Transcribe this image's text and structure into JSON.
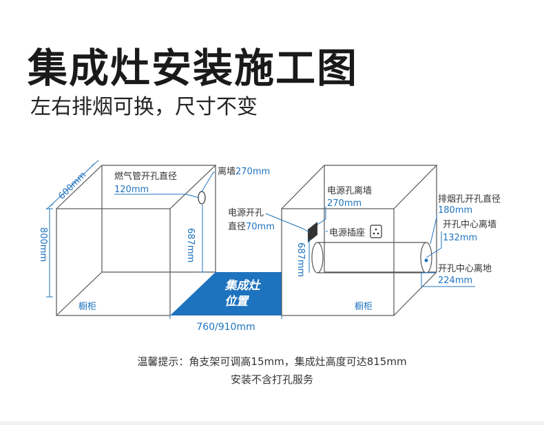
{
  "title": "集成灶安装施工图",
  "subtitle": "左右排烟可换，尺寸不变",
  "labels": {
    "depth_left": "600mm",
    "height_left": "800mm",
    "gas_hole_line1": "燃气管开孔直径",
    "gas_hole_line2": "120mm",
    "wall_distance_label": "离墙",
    "wall_distance_value": "270mm",
    "inner_height_left": "687mm",
    "cabinet_left": "橱柜",
    "stove_position_line1": "集成灶",
    "stove_position_line2": "位置",
    "width_dim": "760/910mm",
    "power_hole_line1": "电源开孔",
    "power_hole_line2_label": "直径",
    "power_hole_line2_value": "70mm",
    "socket": "电源插座",
    "power_hole_wall_line1": "电源孔离墙",
    "power_hole_wall_line2": "270mm",
    "exhaust_hole_line1": "排烟孔开孔直径",
    "exhaust_hole_line2": "180mm",
    "hole_center_wall_line1": "开孔中心离墙",
    "hole_center_wall_line2": "132mm",
    "hole_center_ground_line1": "开孔中心离地",
    "hole_center_ground_line2": "224mm",
    "inner_height_right": "687mm",
    "cabinet_right": "橱柜"
  },
  "notes": {
    "line1": "温馨提示：角支架可调高15mm，集成灶高度可达815mm",
    "line2": "安装不含打孔服务"
  },
  "colors": {
    "blue": "#1e73be",
    "line": "#555555",
    "stove_fill": "#1e73be"
  }
}
